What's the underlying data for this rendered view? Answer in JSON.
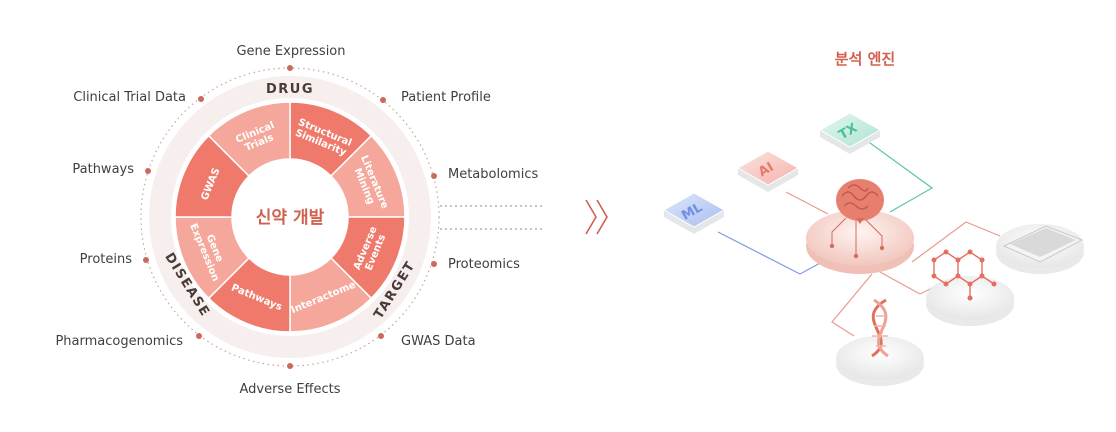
{
  "center": {
    "label": "신약 개발"
  },
  "ring_labels": {
    "drug": "DRUG",
    "target": "TARGET",
    "disease": "DISEASE"
  },
  "segments": [
    {
      "id": "structural-similarity",
      "label": [
        "Structural",
        "Similarity"
      ],
      "color": "#ef7a6c"
    },
    {
      "id": "literature-mining",
      "label": [
        "Literature",
        "Mining"
      ],
      "color": "#f6a79b"
    },
    {
      "id": "adverse-events",
      "label": [
        "Adverse",
        "Events"
      ],
      "color": "#ef7a6c"
    },
    {
      "id": "interactome",
      "label": [
        "Interactome"
      ],
      "color": "#f6a79b"
    },
    {
      "id": "pathways",
      "label": [
        "Pathways"
      ],
      "color": "#ef7a6c"
    },
    {
      "id": "gene-expression",
      "label": [
        "Gene",
        "Expression"
      ],
      "color": "#f6a79b"
    },
    {
      "id": "gwas",
      "label": [
        "GWAS"
      ],
      "color": "#ef7a6c"
    },
    {
      "id": "clinical-trials",
      "label": [
        "Clinical",
        "Trials"
      ],
      "color": "#f6a79b"
    }
  ],
  "outer_labels": {
    "gene_expression": "Gene Expression",
    "patient_profile": "Patient Profile",
    "metabolomics": "Metabolomics",
    "proteomics": "Proteomics",
    "gwas_data": "GWAS Data",
    "adverse_effects": "Adverse Effects",
    "pharmacogenomics": "Pharmacogenomics",
    "proteins": "Proteins",
    "pathways": "Pathways",
    "clinical_trial_data": "Clinical Trial Data"
  },
  "engine": {
    "title": "분석 엔진",
    "chips": {
      "ml": "ML",
      "ai": "AI",
      "tx": "TX"
    }
  },
  "colors": {
    "accent": "#d3604f",
    "seg_dark": "#ef7a6c",
    "seg_light": "#f6a79b",
    "chip_ml": "#b8c8f4",
    "chip_ai": "#f6c9c2",
    "chip_tx": "#bfeadc"
  }
}
